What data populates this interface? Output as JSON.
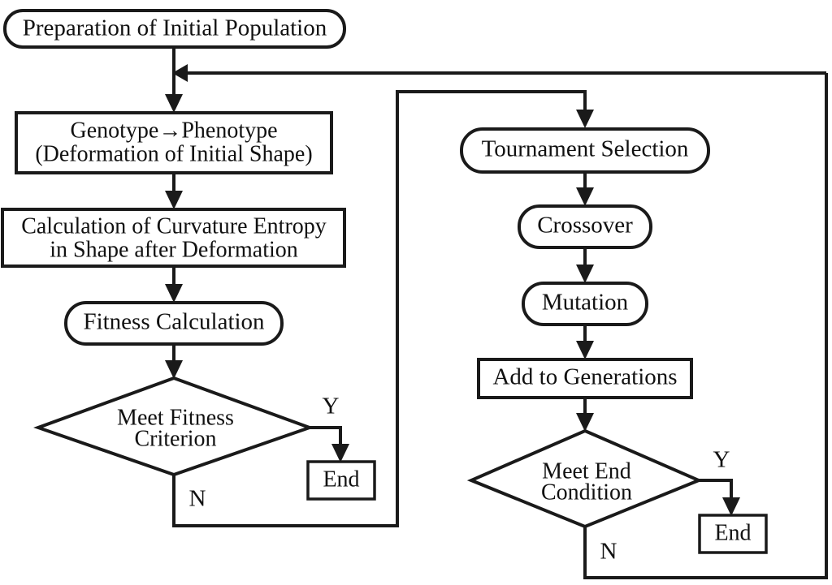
{
  "diagram": {
    "type": "flowchart",
    "title": "Genetic Algorithm Shape Optimization Flowchart",
    "background_color": "#ffffff",
    "line_color": "#1a1a1a",
    "nodes": {
      "start": {
        "label": "Preparation of Initial Population",
        "shape": "rounded-rectangle"
      },
      "genotype": {
        "line1": "Genotype→Phenotype",
        "line2": "(Deformation of Initial Shape)",
        "shape": "rectangle"
      },
      "curvature": {
        "line1": "Calculation of Curvature Entropy",
        "line2": "in Shape after Deformation",
        "shape": "rectangle"
      },
      "fitness": {
        "label": "Fitness Calculation",
        "shape": "rounded-rectangle"
      },
      "meet_fitness": {
        "line1": "Meet Fitness",
        "line2": "Criterion",
        "shape": "diamond"
      },
      "end_left": {
        "label": "End",
        "shape": "rectangle"
      },
      "tournament": {
        "label": "Tournament Selection",
        "shape": "rounded-rectangle"
      },
      "crossover": {
        "label": "Crossover",
        "shape": "rounded-rectangle"
      },
      "mutation": {
        "label": "Mutation",
        "shape": "rounded-rectangle"
      },
      "add_generations": {
        "label": "Add to Generations",
        "shape": "rectangle"
      },
      "meet_end": {
        "line1": "Meet End",
        "line2": "Condition",
        "shape": "diamond"
      },
      "end_right": {
        "label": "End",
        "shape": "rectangle"
      }
    },
    "branch_labels": {
      "fitness_yes": "Y",
      "fitness_no": "N",
      "end_yes": "Y",
      "end_no": "N"
    }
  }
}
